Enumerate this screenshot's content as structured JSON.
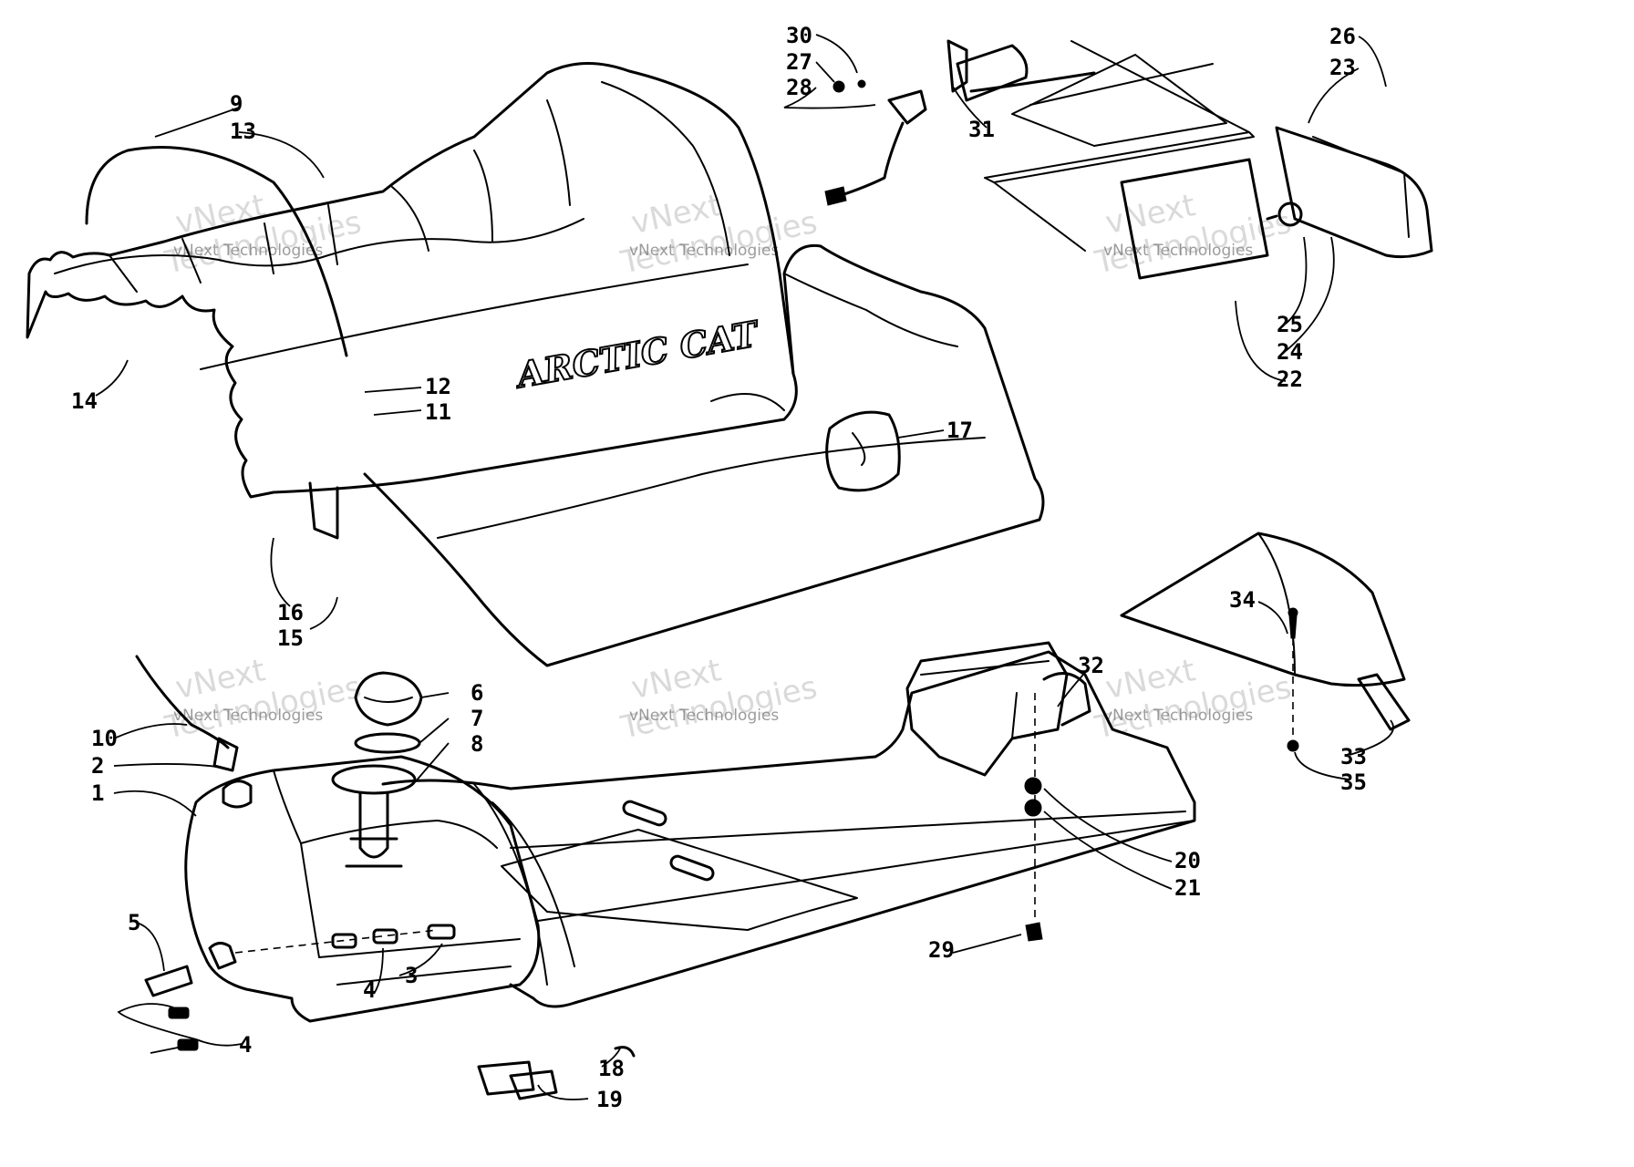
{
  "brand_text": "ARCTIC CAT",
  "watermark": {
    "line1": "vNext",
    "line2": "Technologies",
    "small": "vNext Technologies"
  },
  "callouts": [
    "1",
    "2",
    "3",
    "4",
    "4",
    "5",
    "6",
    "7",
    "8",
    "9",
    "10",
    "11",
    "12",
    "13",
    "14",
    "15",
    "16",
    "17",
    "18",
    "19",
    "20",
    "21",
    "22",
    "23",
    "24",
    "25",
    "26",
    "27",
    "28",
    "29",
    "30",
    "31",
    "32",
    "33",
    "34",
    "35"
  ]
}
